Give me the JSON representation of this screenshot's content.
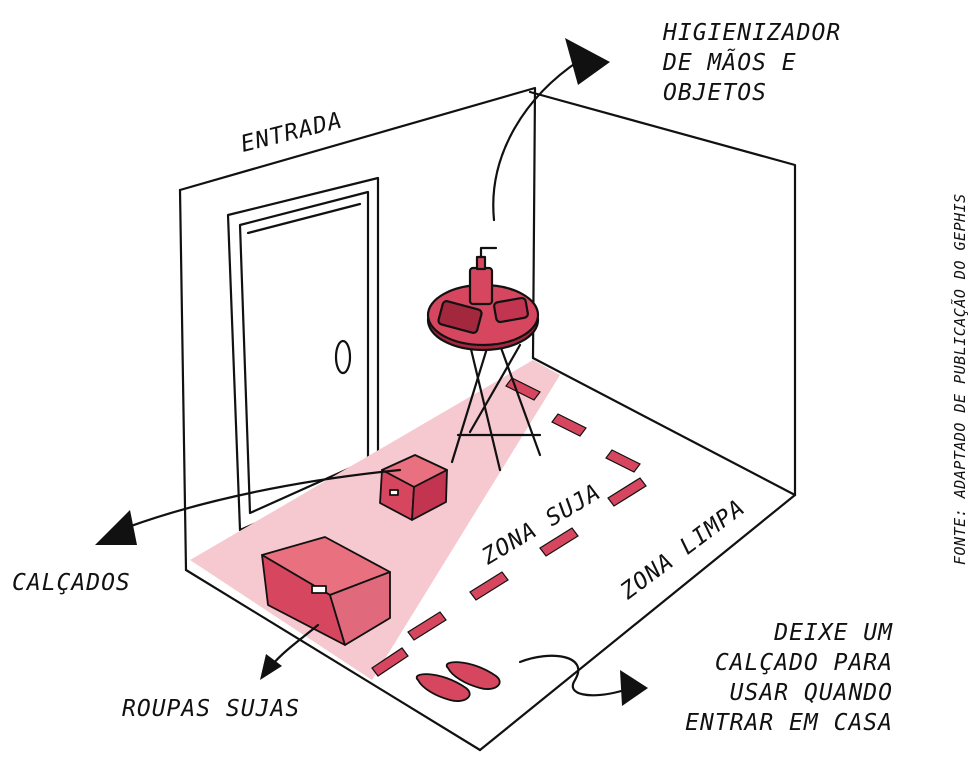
{
  "labels": {
    "entrada": "ENTRADA",
    "higienizador": [
      "HIGIENIZADOR",
      "DE MÃOS E",
      "OBJETOS"
    ],
    "calcados": "CALÇADOS",
    "zona_suja": "ZONA SUJA",
    "zona_limpa": "ZONA LIMPA",
    "roupas_sujas": "ROUPAS SUJAS",
    "deixe": [
      "DEIXE UM",
      "CALÇADO PARA",
      "USAR QUANDO",
      "ENTRAR EM CASA"
    ],
    "fonte": "FONTE: ADAPTADO DE PUBLICAÇÃO DO GEPHIS"
  },
  "colors": {
    "ink": "#111111",
    "zone_fill": "#f6c9d0",
    "accent": "#d6475f",
    "accent_dark": "#a3283d",
    "accent_light": "#e8707f"
  }
}
